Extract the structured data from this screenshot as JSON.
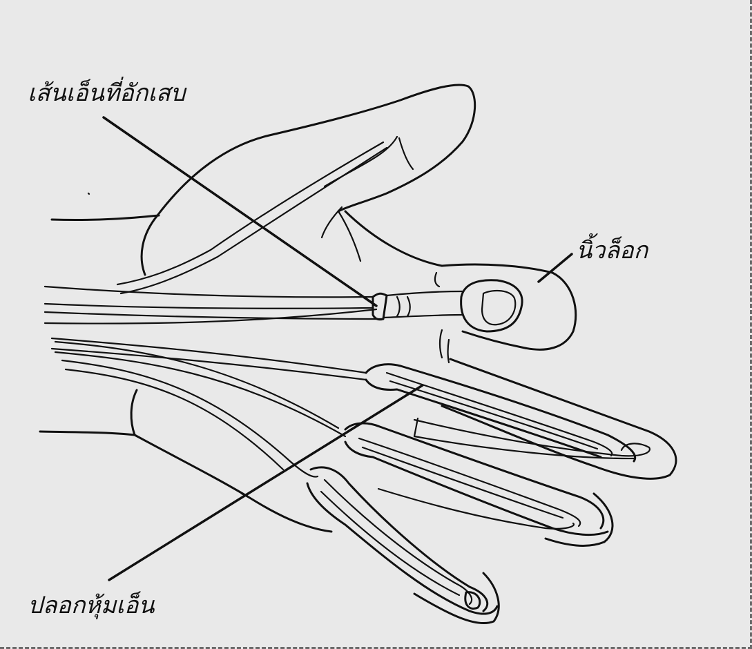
{
  "labels": {
    "inflamed_tendon": "เส้นเอ็นที่อักเสบ",
    "locked_finger": "นิ้วล็อก",
    "tendon_sheath": "ปลอกหุ้มเอ็น"
  },
  "colors": {
    "background": "#e9e9e9",
    "line": "#111111",
    "border": "#6a6a6a"
  }
}
